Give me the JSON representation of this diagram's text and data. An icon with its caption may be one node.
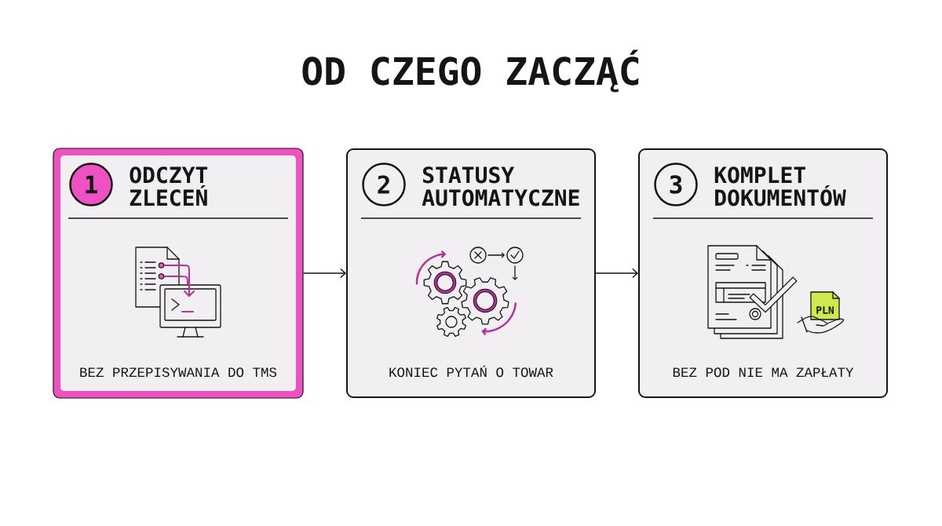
{
  "diagram": {
    "title": "OD CZEGO ZACZĄĆ",
    "nodes": [
      {
        "text": [
          "ODCZYT ZLECEŃ",
          "BEZ PRZEPISYWANIA DO TMS"
        ]
      },
      {
        "text": [
          "1"
        ],
        "in": 0
      },
      {
        "text": [
          "STATUSY AUTOMATYCZNE",
          "KONIEC PYTAŃ O TOWAR"
        ]
      },
      {
        "text": [
          "2"
        ],
        "in": 2
      },
      {
        "text": [
          "KOMPLET DOKUMENTÓW",
          "BEZ POD NIE MA ZAPŁATY"
        ]
      },
      {
        "text": [
          "3"
        ],
        "in": 4
      }
    ],
    "edges": [
      {
        "from": 0,
        "to": 2,
        "arrow": "to"
      },
      {
        "from": 2,
        "to": 4,
        "arrow": "to"
      }
    ],
    "labels": [
      "PLN"
    ]
  }
}
